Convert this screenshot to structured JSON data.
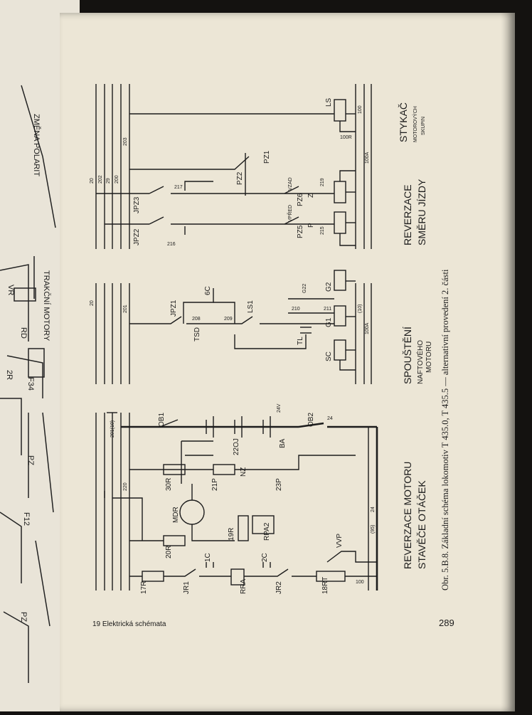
{
  "footer": {
    "left": "19  Elektrická schémata",
    "page_number": "289"
  },
  "caption": "Obr. 5.B.8. Základní schéma lokomotiv T 435.0, T 435.5 — alternativní provedení 2. části",
  "sections": {
    "reverzace_motoru": [
      "REVERZACE MOTORU",
      "STAVĚČE OTÁČEK"
    ],
    "spousteni": [
      "SPOUŠTĚNÍ",
      "NAFTOVÉHO",
      "MOTORU"
    ],
    "reverzace_smeru": [
      "REVERZACE",
      "SMĚRU JÍZDY"
    ],
    "stykac": [
      "STYKAČ",
      "MOTOROVÝCH",
      "SKUPIN"
    ]
  },
  "labels": {
    "jpz3": "JPZ3",
    "jpz2": "JPZ2",
    "pz2": "PZ2",
    "pz1": "PZ1",
    "pz5": "PZ5",
    "pz6": "PZ6",
    "p": "P",
    "z": "Z",
    "ls": "LS",
    "vzad": "VZAD",
    "vpred": "VPŘED",
    "jpz1": "JPZ1",
    "six_c": "6C",
    "ls1": "LS1",
    "tsd": "TSD",
    "tl": "TL",
    "g1": "G1",
    "g2": "G2",
    "g22": "G22",
    "sc": "SC",
    "ob1": "OB1",
    "ob2": "OB2",
    "ba": "BA",
    "nz": "NZ",
    "thirty_r": "30R",
    "mdr": "MDR",
    "twenty_r": "20R",
    "nineteen_r": "19R",
    "rpa2": "RPA2",
    "rra": "RRA",
    "jr1": "JR1",
    "jr2": "JR2",
    "seventeen_r": "17R",
    "eighteen_rt": "18RT",
    "vvp": "VVP",
    "one_c": "1C",
    "two_c": "2C",
    "twentyone_p": "21P",
    "twentythree_p": "23P",
    "twentytwo_j": "22OJ"
  },
  "wires": {
    "w20": "20",
    "w202": "202",
    "w29": "29",
    "w200": "200",
    "w201": "201",
    "w203": "203",
    "w217": "217",
    "w216": "216",
    "w219": "219",
    "w215": "215",
    "w100": "100",
    "w100a": "100A",
    "w100r": "100R",
    "w10": "(10)",
    "w208": "208",
    "w209": "209",
    "w210": "210",
    "w211": "211",
    "w24": "24",
    "w24v": "24V",
    "w220": "220",
    "w95": "(95)",
    "w2010": "201(10)"
  }
}
